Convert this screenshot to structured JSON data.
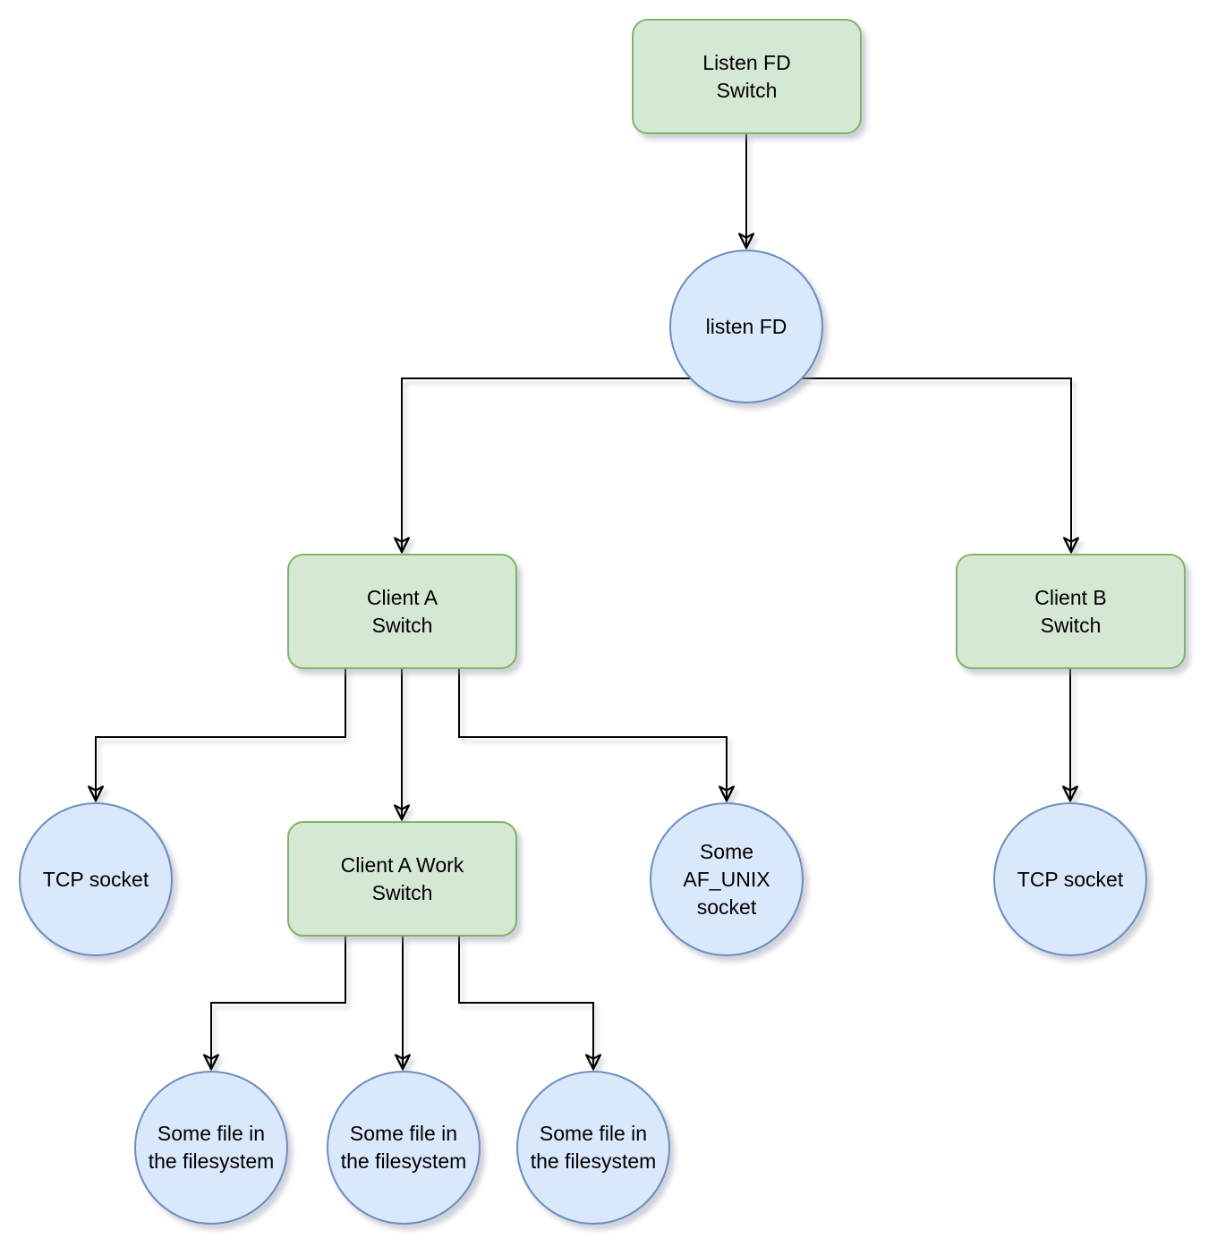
{
  "diagram": {
    "colors": {
      "switch_fill": "#d5e8d4",
      "switch_stroke": "#82b366",
      "socket_fill": "#dae8fc",
      "socket_stroke": "#6c8ebf",
      "connector": "#000000",
      "background": "#ffffff"
    },
    "nodes": {
      "listen_fd_switch": {
        "shape": "rounded-box",
        "label": "Listen FD Switch",
        "lines": [
          "Listen FD",
          "Switch"
        ]
      },
      "listen_fd": {
        "shape": "circle",
        "label": "listen FD",
        "lines": [
          "listen FD"
        ]
      },
      "client_a_switch": {
        "shape": "rounded-box",
        "label": "Client A Switch",
        "lines": [
          "Client A",
          "Switch"
        ]
      },
      "client_b_switch": {
        "shape": "rounded-box",
        "label": "Client B Switch",
        "lines": [
          "Client B",
          "Switch"
        ]
      },
      "tcp_socket_a": {
        "shape": "circle",
        "label": "TCP socket",
        "lines": [
          "TCP socket"
        ]
      },
      "client_a_work_switch": {
        "shape": "rounded-box",
        "label": "Client A Work Switch",
        "lines": [
          "Client A Work",
          "Switch"
        ]
      },
      "af_unix_socket": {
        "shape": "circle",
        "label": "Some AF_UNIX socket",
        "lines": [
          "Some",
          "AF_UNIX",
          "socket"
        ]
      },
      "tcp_socket_b": {
        "shape": "circle",
        "label": "TCP socket",
        "lines": [
          "TCP socket"
        ]
      },
      "file_1": {
        "shape": "circle",
        "label": "Some file in the filesystem",
        "lines": [
          "Some file in",
          "the filesystem"
        ]
      },
      "file_2": {
        "shape": "circle",
        "label": "Some file in the filesystem",
        "lines": [
          "Some file in",
          "the filesystem"
        ]
      },
      "file_3": {
        "shape": "circle",
        "label": "Some file in the filesystem",
        "lines": [
          "Some file in",
          "the filesystem"
        ]
      }
    },
    "edges": [
      {
        "from": "listen_fd_switch",
        "to": "listen_fd"
      },
      {
        "from": "listen_fd",
        "to": "client_a_switch"
      },
      {
        "from": "listen_fd",
        "to": "client_b_switch"
      },
      {
        "from": "client_a_switch",
        "to": "tcp_socket_a"
      },
      {
        "from": "client_a_switch",
        "to": "client_a_work_switch"
      },
      {
        "from": "client_a_switch",
        "to": "af_unix_socket"
      },
      {
        "from": "client_b_switch",
        "to": "tcp_socket_b"
      },
      {
        "from": "client_a_work_switch",
        "to": "file_1"
      },
      {
        "from": "client_a_work_switch",
        "to": "file_2"
      },
      {
        "from": "client_a_work_switch",
        "to": "file_3"
      }
    ]
  }
}
